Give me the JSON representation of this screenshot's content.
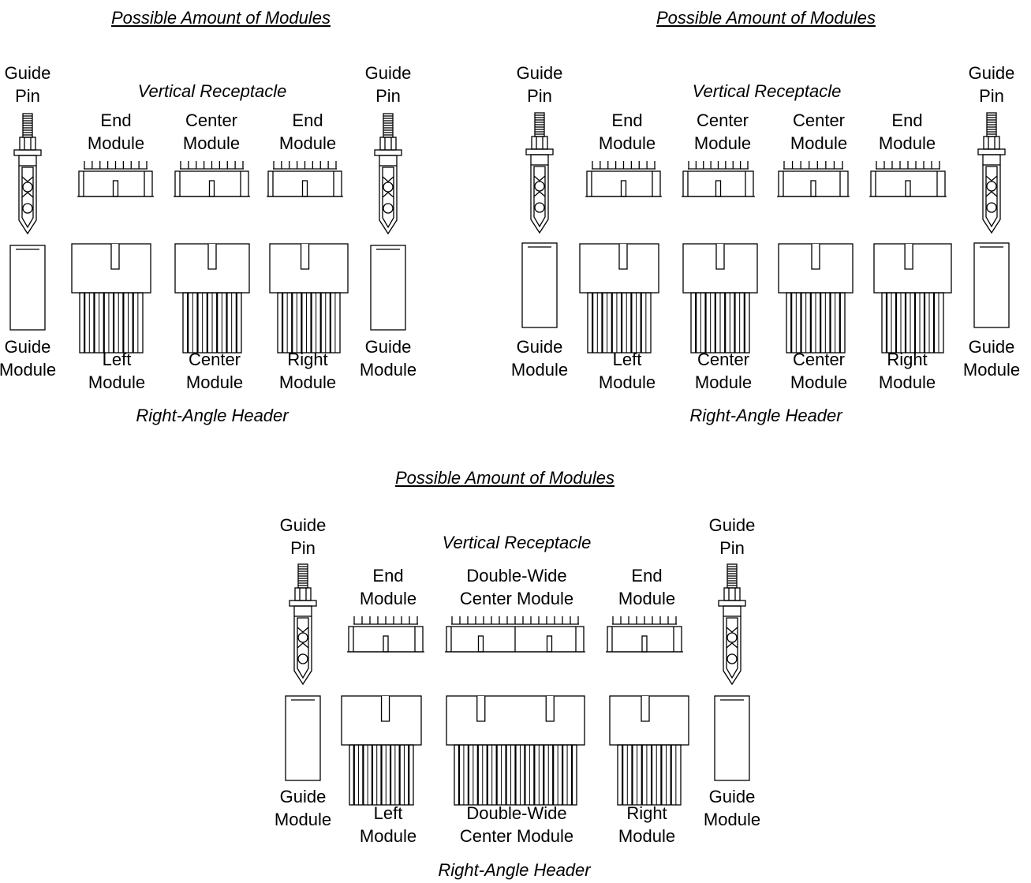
{
  "diagrams": [
    {
      "title": "Possible Amount of Modules",
      "receptacle_label": "Vertical Receptacle",
      "header_label": "Right-Angle Header",
      "guide_pin_label": [
        "Guide",
        "Pin"
      ],
      "guide_module_label": [
        "Guide",
        "Module"
      ],
      "receptacle_modules": [
        {
          "label": [
            "End",
            "Module"
          ]
        },
        {
          "label": [
            "Center",
            "Module"
          ]
        },
        {
          "label": [
            "End",
            "Module"
          ]
        }
      ],
      "header_modules": [
        {
          "label": [
            "Left",
            "Module"
          ]
        },
        {
          "label": [
            "Center",
            "Module"
          ]
        },
        {
          "label": [
            "Right",
            "Module"
          ]
        }
      ]
    },
    {
      "title": "Possible Amount of Modules",
      "receptacle_label": "Vertical Receptacle",
      "header_label": "Right-Angle Header",
      "guide_pin_label": [
        "Guide",
        "Pin"
      ],
      "guide_module_label": [
        "Guide",
        "Module"
      ],
      "receptacle_modules": [
        {
          "label": [
            "End",
            "Module"
          ]
        },
        {
          "label": [
            "Center",
            "Module"
          ]
        },
        {
          "label": [
            "Center",
            "Module"
          ]
        },
        {
          "label": [
            "End",
            "Module"
          ]
        }
      ],
      "header_modules": [
        {
          "label": [
            "Left",
            "Module"
          ]
        },
        {
          "label": [
            "Center",
            "Module"
          ]
        },
        {
          "label": [
            "Center",
            "Module"
          ]
        },
        {
          "label": [
            "Right",
            "Module"
          ]
        }
      ]
    },
    {
      "title": "Possible Amount of Modules",
      "receptacle_label": "Vertical Receptacle",
      "header_label": "Right-Angle Header",
      "guide_pin_label": [
        "Guide",
        "Pin"
      ],
      "guide_module_label": [
        "Guide",
        "Module"
      ],
      "receptacle_modules": [
        {
          "label": [
            "End",
            "Module"
          ]
        },
        {
          "label": [
            "Double-Wide",
            "Center Module"
          ]
        },
        {
          "label": [
            "End",
            "Module"
          ]
        }
      ],
      "header_modules": [
        {
          "label": [
            "Left",
            "Module"
          ]
        },
        {
          "label": [
            "Double-Wide",
            "Center Module"
          ]
        },
        {
          "label": [
            "Right",
            "Module"
          ]
        }
      ]
    }
  ]
}
